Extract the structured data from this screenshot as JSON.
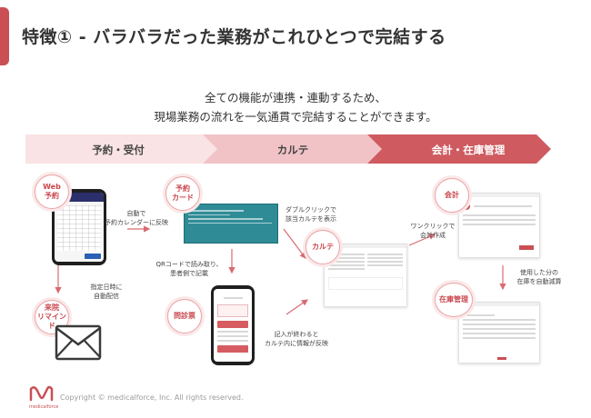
{
  "header": {
    "title": "特徴① - バラバラだった業務がこれひとつで完結する"
  },
  "intro": {
    "line1": "全ての機能が連携・連動するため、",
    "line2": "現場業務の流れを一気通貫で完結することができます。"
  },
  "steps": [
    {
      "label": "予約・受付"
    },
    {
      "label": "カルテ"
    },
    {
      "label": "会計・在庫管理"
    }
  ],
  "badges": {
    "web": "Web\n予約",
    "card": "予約\nカード",
    "visit": "来院\nリマインド",
    "questionnaire": "問診票",
    "karte": "カルテ",
    "accounting": "会計",
    "inventory": "在庫管理"
  },
  "notes": {
    "auto_reflect": "自動で\n予約カレンダーに反映",
    "qr": "QRコードで読み取り、\n患者側で記載",
    "reminder": "指定日時に\n自動配信",
    "double_click": "ダブルクリックで\n該当カルテを表示",
    "after_fill": "記入が終わると\nカルテ内に情報が反映",
    "one_click": "ワンクリックで\n会計作成",
    "auto_reduce": "使用した分の\n在庫を自動減算"
  },
  "footer": {
    "copyright": "Copyright © medicalforce, Inc. All rights reserved.",
    "logo_text": "medicalforce"
  },
  "colors": {
    "accent": "#c94f55",
    "step1": "#f9e3e4",
    "step2": "#f1c3c6",
    "step3": "#cf5b61"
  }
}
